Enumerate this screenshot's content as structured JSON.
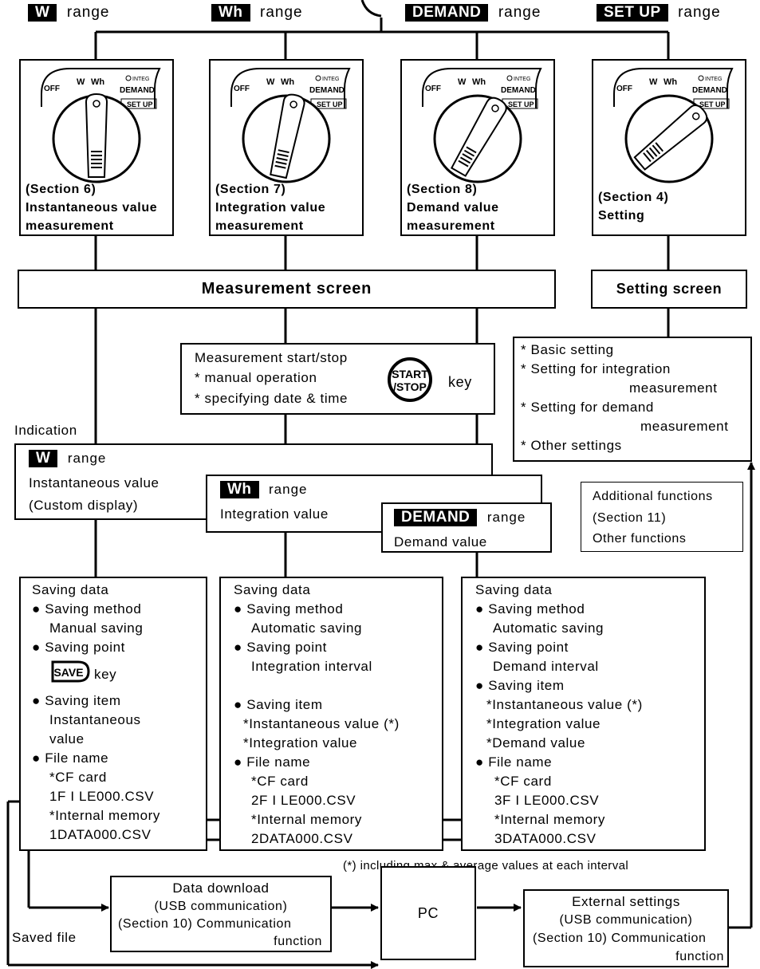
{
  "range_word": "range",
  "ranges": [
    {
      "tag": "W"
    },
    {
      "tag": "Wh"
    },
    {
      "tag": "DEMAND"
    },
    {
      "tag": "SET UP"
    }
  ],
  "switch_labels": {
    "off": "OFF",
    "w": "W",
    "wh": "Wh",
    "integ": "INTEG",
    "demand": "DEMAND",
    "setup": "SET UP"
  },
  "sections": [
    {
      "section": "(Section 6)",
      "title_line1": "Instantaneous value",
      "title_line2": "measurement"
    },
    {
      "section": "(Section 7)",
      "title_line1": "Integration value",
      "title_line2": "measurement"
    },
    {
      "section": "(Section 8)",
      "title_line1": "Demand value",
      "title_line2": "measurement"
    },
    {
      "section": "(Section 4)",
      "title_line1": "Setting",
      "title_line2": ""
    }
  ],
  "measurement_screen": "Measurement screen",
  "setting_screen": "Setting screen",
  "start_stop": {
    "title": "Measurement start/stop",
    "line1": "* manual operation",
    "line2": "* specifying date & time",
    "key_label_1": "START",
    "key_label_2": "/STOP",
    "key_word": "key"
  },
  "settings_list": [
    "* Basic setting",
    "* Setting for integration",
    "measurement",
    "* Setting for demand",
    "measurement",
    "* Other settings"
  ],
  "indication_label": "Indication",
  "indications": [
    {
      "tag": "W",
      "value_line1": "Instantaneous value",
      "value_line2": "(Custom display)"
    },
    {
      "tag": "Wh",
      "value_line1": "Integration value"
    },
    {
      "tag": "DEMAND",
      "value_line1": "Demand value"
    }
  ],
  "additional": {
    "line1": "Additional functions",
    "line2": "(Section 11)",
    "line3": "Other functions"
  },
  "saving": [
    {
      "lines": [
        "Saving data",
        "● Saving method",
        "Manual saving",
        "● Saving point",
        "SAVE_KEY",
        "● Saving item",
        "Instantaneous",
        "value",
        "● File name",
        "*CF card",
        "1F I LE000.CSV",
        "*Internal memory",
        "1DATA000.CSV"
      ]
    },
    {
      "lines": [
        "Saving data",
        "● Saving method",
        "Automatic saving",
        "● Saving point",
        "Integration interval",
        "",
        "● Saving item",
        "*Instantaneous value (*)",
        "*Integration value",
        "● File name",
        "*CF card",
        "2F I LE000.CSV",
        "*Internal memory",
        "2DATA000.CSV"
      ]
    },
    {
      "lines": [
        "Saving data",
        "● Saving method",
        "Automatic saving",
        "● Saving point",
        "Demand interval",
        "● Saving item",
        "*Instantaneous value (*)",
        "*Integration value",
        "*Demand value",
        "● File name",
        "*CF card",
        "3F I LE000.CSV",
        "*Internal memory",
        "3DATA000.CSV"
      ]
    }
  ],
  "save_key": {
    "label": "SAVE",
    "word": "key"
  },
  "footnote": "(*) including max & average values at each interval",
  "download": {
    "line1": "Data download",
    "line2": "(USB communication)",
    "line3": "(Section 10) Communication",
    "line4": "function"
  },
  "pc": "PC",
  "external": {
    "line1": "External settings",
    "line2": "(USB communication)",
    "line3": "(Section 10) Communication",
    "line4": "function"
  },
  "saved_file": "Saved file"
}
